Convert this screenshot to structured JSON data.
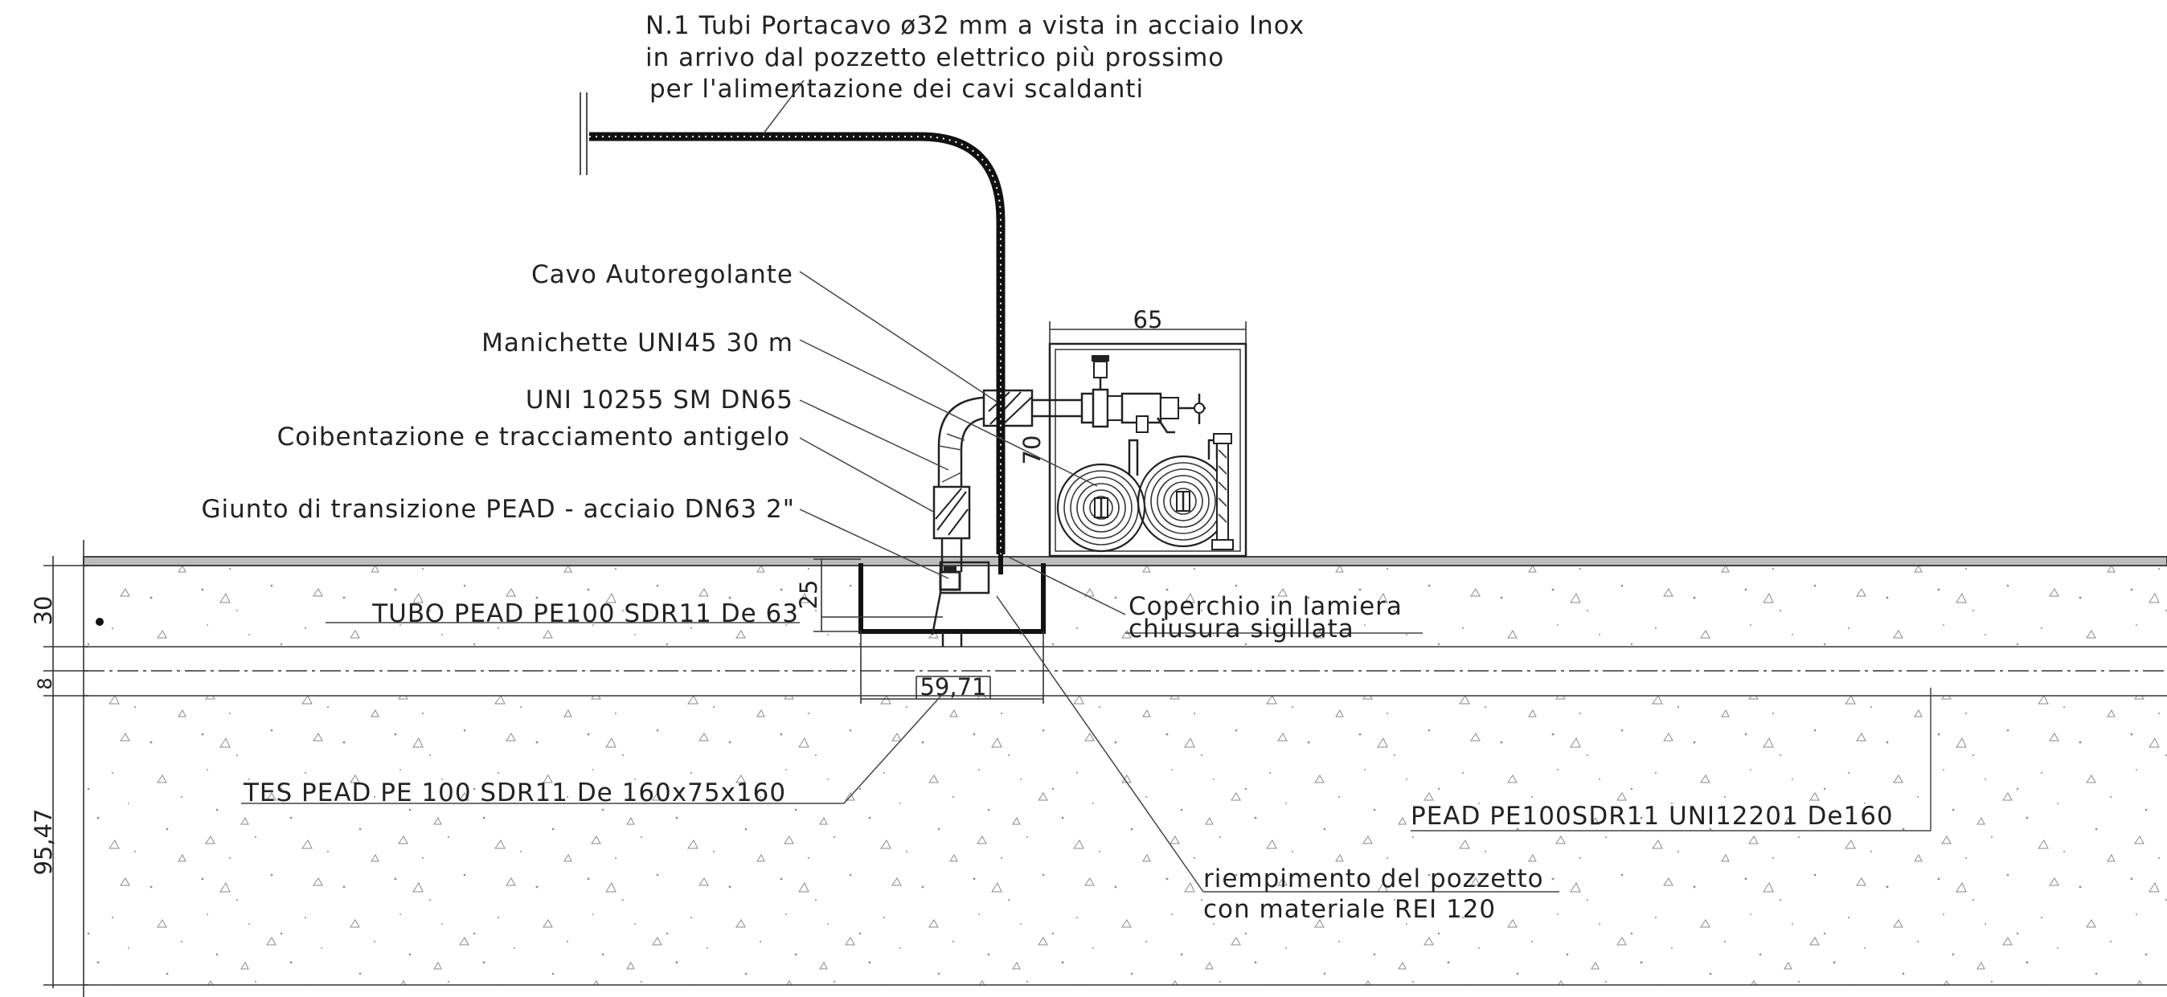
{
  "labels": {
    "conduit_line1": "N.1 Tubi Portacavo ø32 mm a vista in acciaio Inox",
    "conduit_line2": "in arrivo dal pozzetto elettrico più prossimo",
    "conduit_line3": "per l'alimentazione dei cavi scaldanti",
    "cavo": "Cavo Autoregolante",
    "manichette": "Manichette UNI45 30 m",
    "uni": "UNI 10255 SM DN65",
    "coibentazione": "Coibentazione e tracciamento antigelo",
    "giunto": "Giunto di transizione PEAD - acciaio DN63 2\"",
    "tubo_pead": "TUBO PEAD PE100 SDR11 De 63",
    "coperchio_line1": "Coperchio in lamiera",
    "coperchio_line2": "chiusura sigillata",
    "tes_pead": "TES PEAD PE 100 SDR11 De 160x75x160",
    "pead_main": "PEAD PE100SDR11 UNI12201 De160",
    "riempimento_line1": "riempimento del pozzetto",
    "riempimento_line2": "con materiale REI 120"
  },
  "dimensions": {
    "cabinet_width": "65",
    "cabinet_height": "70",
    "pit_depth": "25",
    "pit_width": "59,71",
    "top_layer": "30",
    "pipe_layer": "8",
    "bottom_layer": "95,47"
  }
}
